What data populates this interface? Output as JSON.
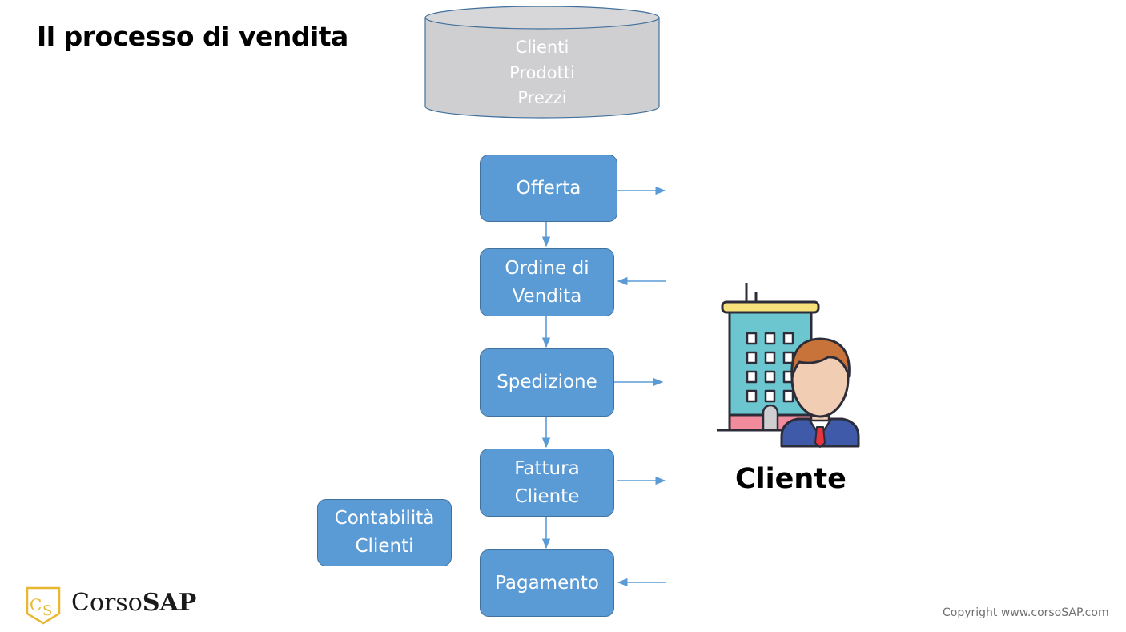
{
  "title": "Il processo di vendita",
  "database": {
    "lines": [
      "Clienti",
      "Prodotti",
      "Prezzi"
    ]
  },
  "steps": [
    {
      "label": "Offerta"
    },
    {
      "label": "Ordine di\nVendita"
    },
    {
      "label": "Spedizione"
    },
    {
      "label": "Fattura\nCliente"
    },
    {
      "label": "Pagamento"
    }
  ],
  "side_box": {
    "label": "Contabilità\nClienti"
  },
  "customer": {
    "label": "Cliente"
  },
  "logo": {
    "mark": "CS",
    "name_regular": "Corso",
    "name_bold": "SAP"
  },
  "copyright": "Copyright www.corsoSAP.com",
  "colors": {
    "box_fill": "#5b9bd5",
    "box_border": "#41719c",
    "database_fill": "#cfcfd1",
    "logo_gold": "#e8b832"
  }
}
